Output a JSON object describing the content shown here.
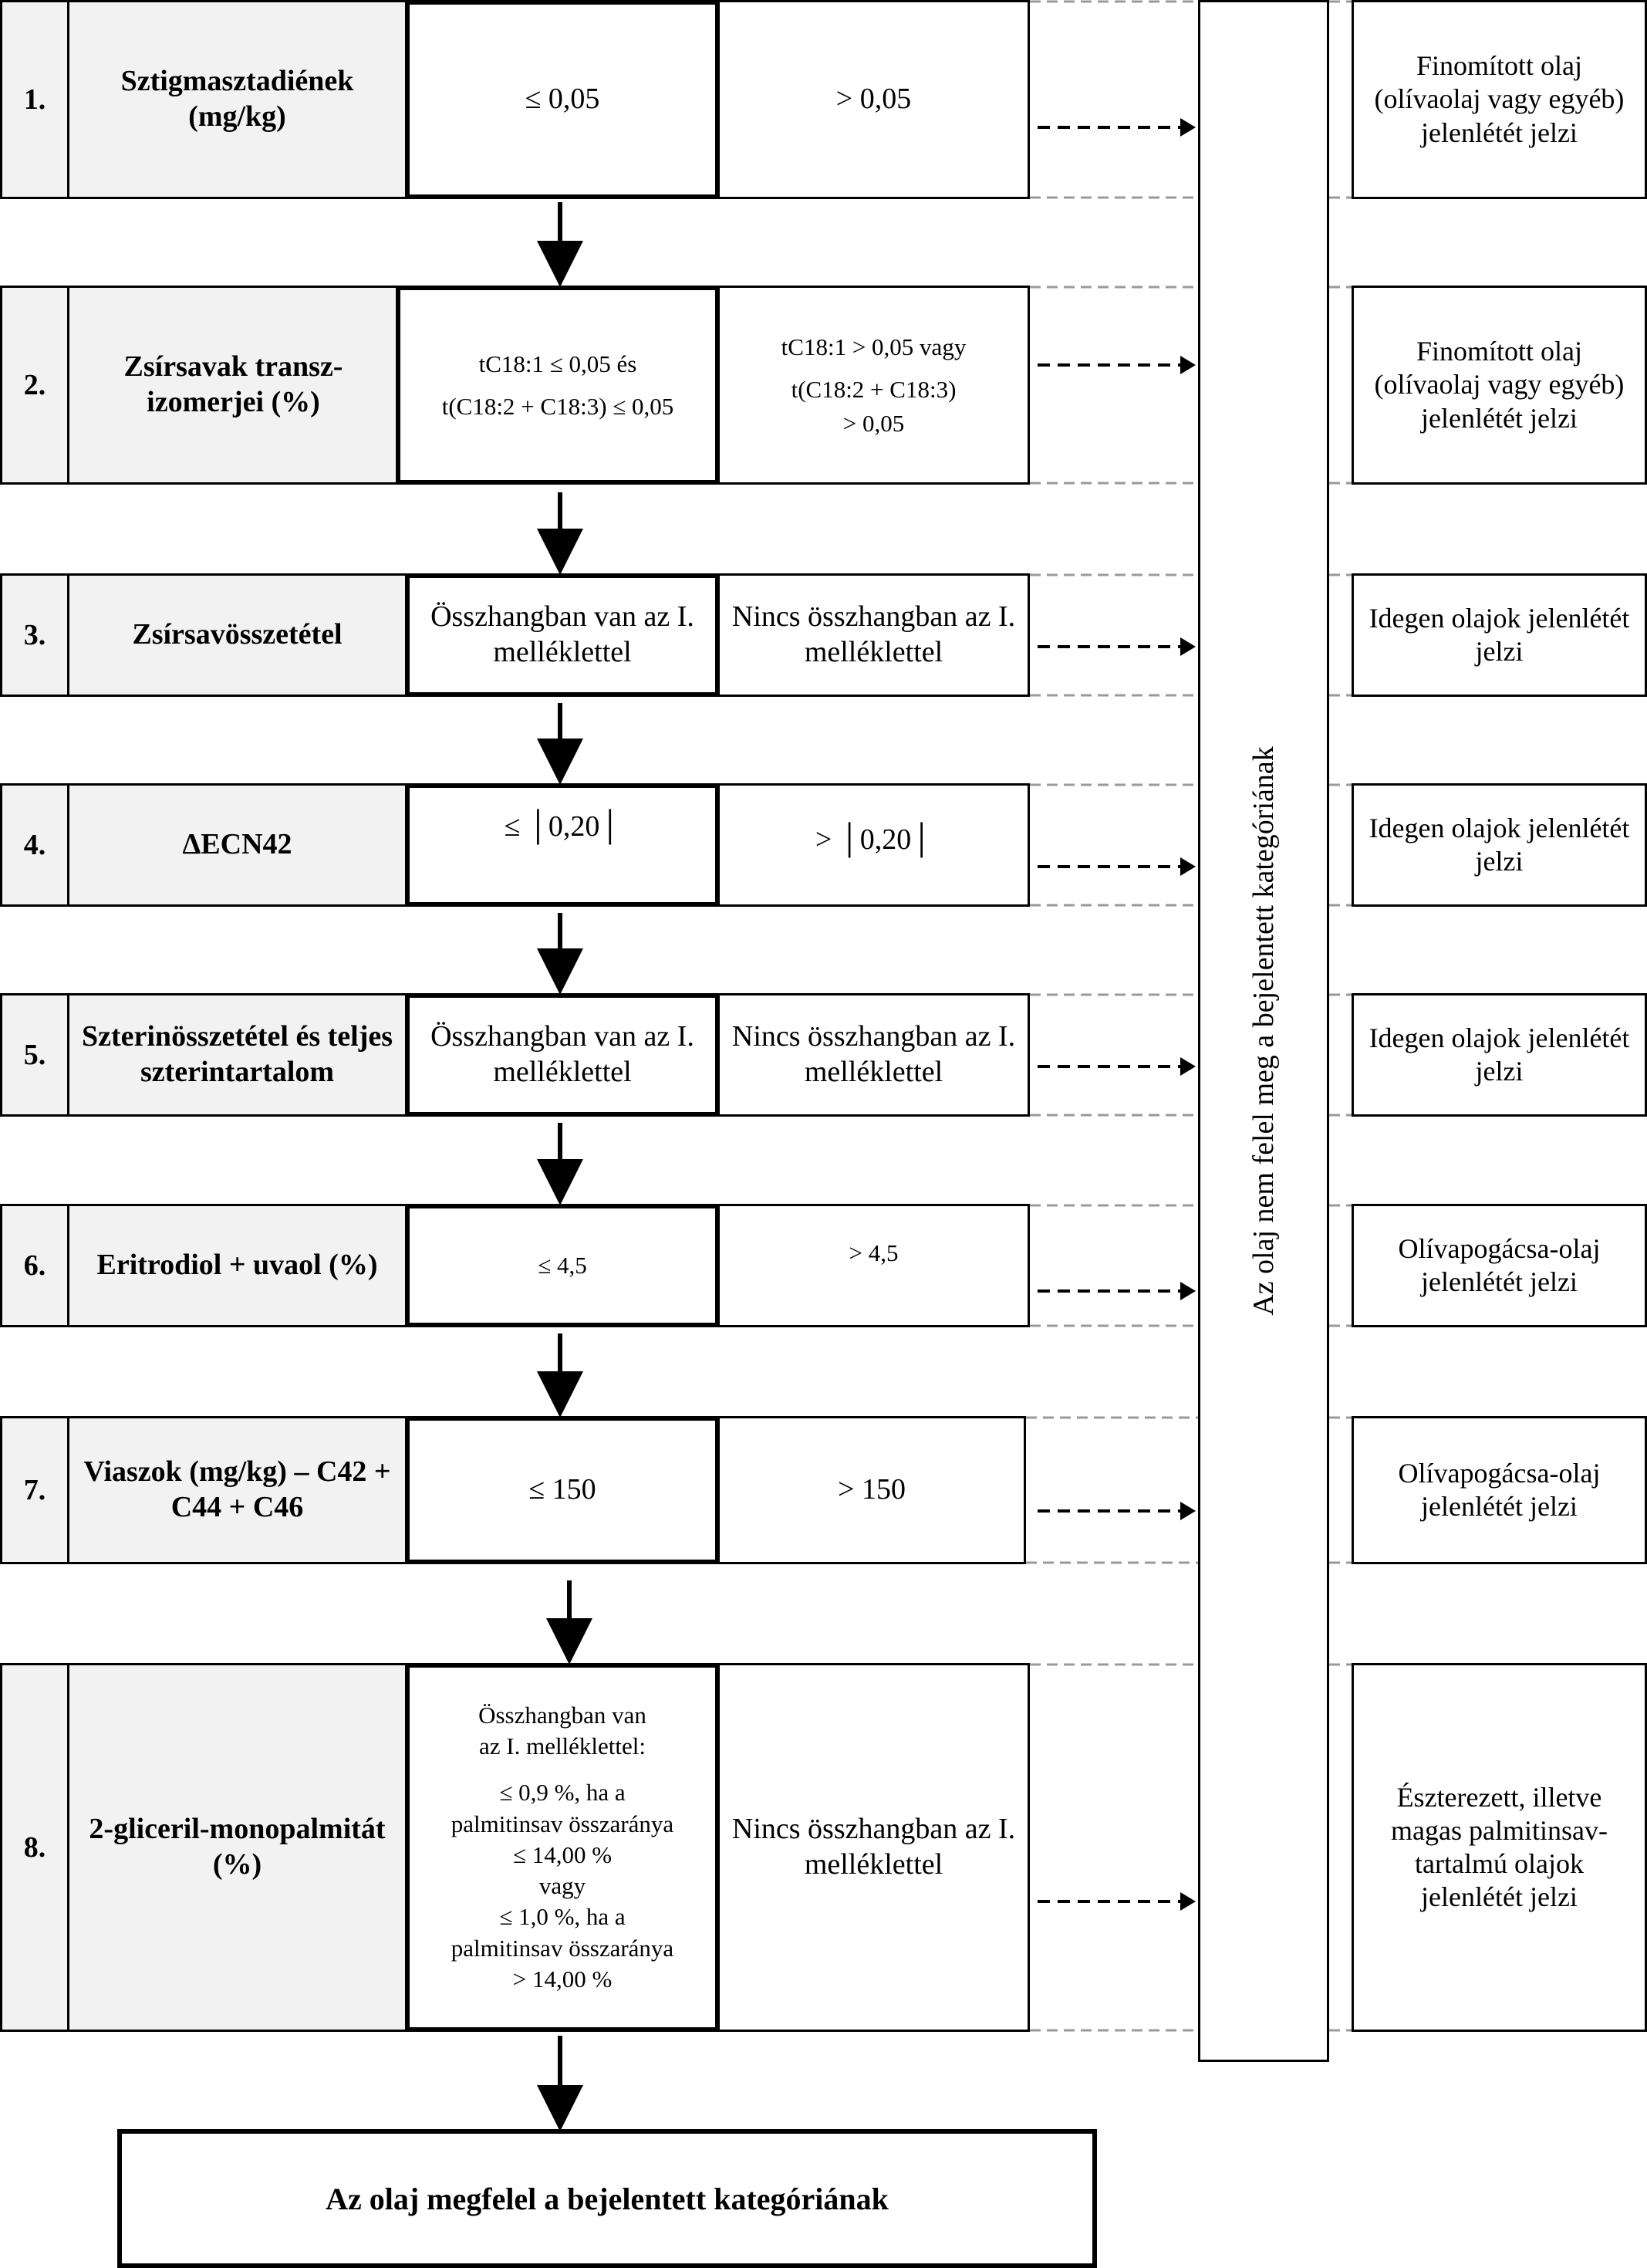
{
  "rows": [
    {
      "num": "1.",
      "label": "Sztigmasztadiének (mg/kg)",
      "pass": [
        "≤ 0,05"
      ],
      "fail": [
        "> 0,05"
      ],
      "result": "Finomított olaj (olívaolaj vagy egyéb) jelenlétét jelzi"
    },
    {
      "num": "2.",
      "label": "Zsírsavak transz-izomerjei (%)",
      "pass": [
        "tC18:1 ≤ 0,05 és",
        "t(C18:2 + C18:3) ≤ 0,05"
      ],
      "fail": [
        "tC18:1 > 0,05 vagy",
        "t(C18:2 + C18:3)",
        "> 0,05"
      ],
      "result": "Finomított olaj (olívaolaj vagy egyéb) jelenlétét jelzi"
    },
    {
      "num": "3.",
      "label": "Zsírsavösszetétel",
      "pass": [
        "Összhangban van az I. melléklettel"
      ],
      "fail": [
        "Nincs összhangban az I. melléklettel"
      ],
      "result": "Idegen olajok jelenlétét jelzi"
    },
    {
      "num": "4.",
      "label": "ΔECN42",
      "pass": [
        "≤ │0,20│"
      ],
      "fail": [
        "> │0,20│"
      ],
      "result": "Idegen olajok jelenlétét jelzi"
    },
    {
      "num": "5.",
      "label": "Szterinösszetétel és teljes szterintartalom",
      "pass": [
        "Összhangban van az I. melléklettel"
      ],
      "fail": [
        "Nincs összhangban az I. melléklettel"
      ],
      "result": "Idegen olajok jelenlétét jelzi"
    },
    {
      "num": "6.",
      "label": "Eritrodiol + uvaol (%)",
      "pass": [
        "≤ 4,5"
      ],
      "fail": [
        "> 4,5"
      ],
      "result": "Olívapogácsa-olaj jelenlétét jelzi"
    },
    {
      "num": "7.",
      "label": "Viaszok (mg/kg) – C42 + C44 + C46",
      "pass": [
        "≤ 150"
      ],
      "fail": [
        "> 150"
      ],
      "result": "Olívapogácsa-olaj jelenlétét jelzi"
    },
    {
      "num": "8.",
      "label": "2-gliceril-monopalmitát (%)",
      "pass": [
        "Összhangban van",
        "az I. melléklettel:",
        "",
        "≤ 0,9 %, ha a",
        "palmitinsav összaránya",
        "≤ 14,00 %",
        "vagy",
        "≤ 1,0 %, ha a",
        "palmitinsav összaránya",
        "> 14,00 %"
      ],
      "fail": [
        "Nincs összhangban az I. melléklettel"
      ],
      "result": "Észterezett, illetve magas palmitinsav-tartalmú olajok jelenlétét jelzi"
    }
  ],
  "vertical_bar_text": "Az olaj nem felel meg a bejelentett kategóriának",
  "final_box": "Az olaj megfelel a bejelentett kategóriának"
}
